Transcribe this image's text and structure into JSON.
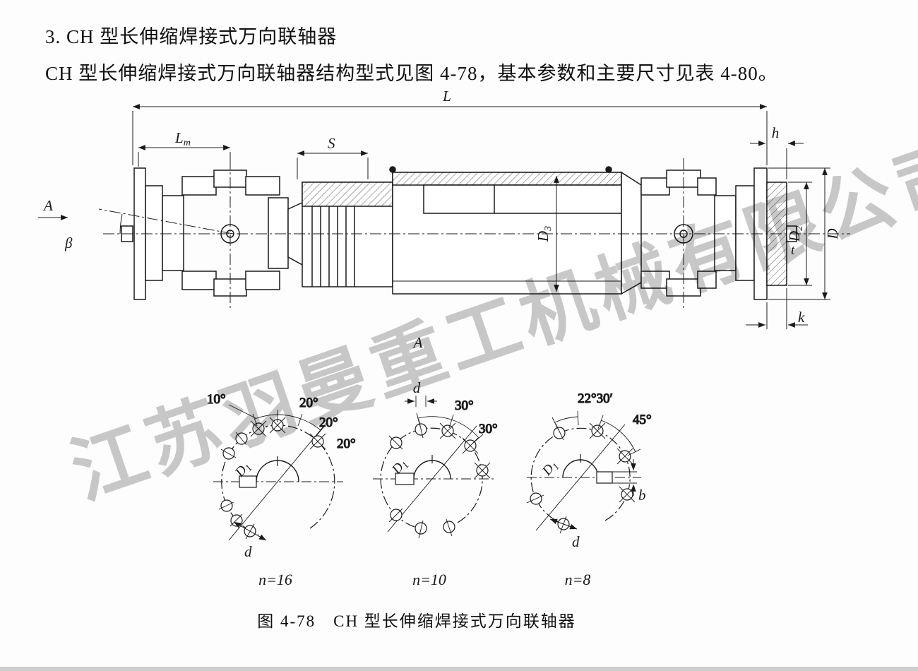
{
  "page": {
    "heading": "3. CH 型长伸缩焊接式万向联轴器",
    "body_line": "CH 型长伸缩焊接式万向联轴器结构型式见图 4-78，基本参数和主要尺寸见表 4-80。",
    "caption": "图 4-78　CH 型长伸缩焊接式万向联轴器",
    "watermark": "江苏羽曼重工机械有限公司"
  },
  "colors": {
    "ink": "#1a1a1a",
    "watermark": "#bcbcbc",
    "paper": "#fdfdfd"
  },
  "dims": {
    "L": "L",
    "Lm_base": "L",
    "Lm_sub": "m",
    "S": "S",
    "h": "h",
    "view_arrow": "A",
    "beta": "β",
    "D3_base": "D",
    "D3_sub": "3",
    "D2_base": "D",
    "D2_sub": "2",
    "D": "D",
    "t": "t",
    "k": "k",
    "section_label": "A"
  },
  "bolt": {
    "left": {
      "angle_10": "10°",
      "angle_20a": "20°",
      "angle_20b": "20°",
      "angle_20c": "20°",
      "D1_base": "D",
      "D1_sub": "1",
      "d": "d",
      "n": "n=16"
    },
    "middle": {
      "d": "d",
      "angle_30a": "30°",
      "angle_30b": "30°",
      "D1_base": "D",
      "D1_sub": "1",
      "n": "n=10"
    },
    "right": {
      "angle_2230": "22°30′",
      "angle_45": "45°",
      "D1_base": "D",
      "D1_sub": "1",
      "b": "b",
      "d": "d",
      "n": "n=8"
    }
  }
}
